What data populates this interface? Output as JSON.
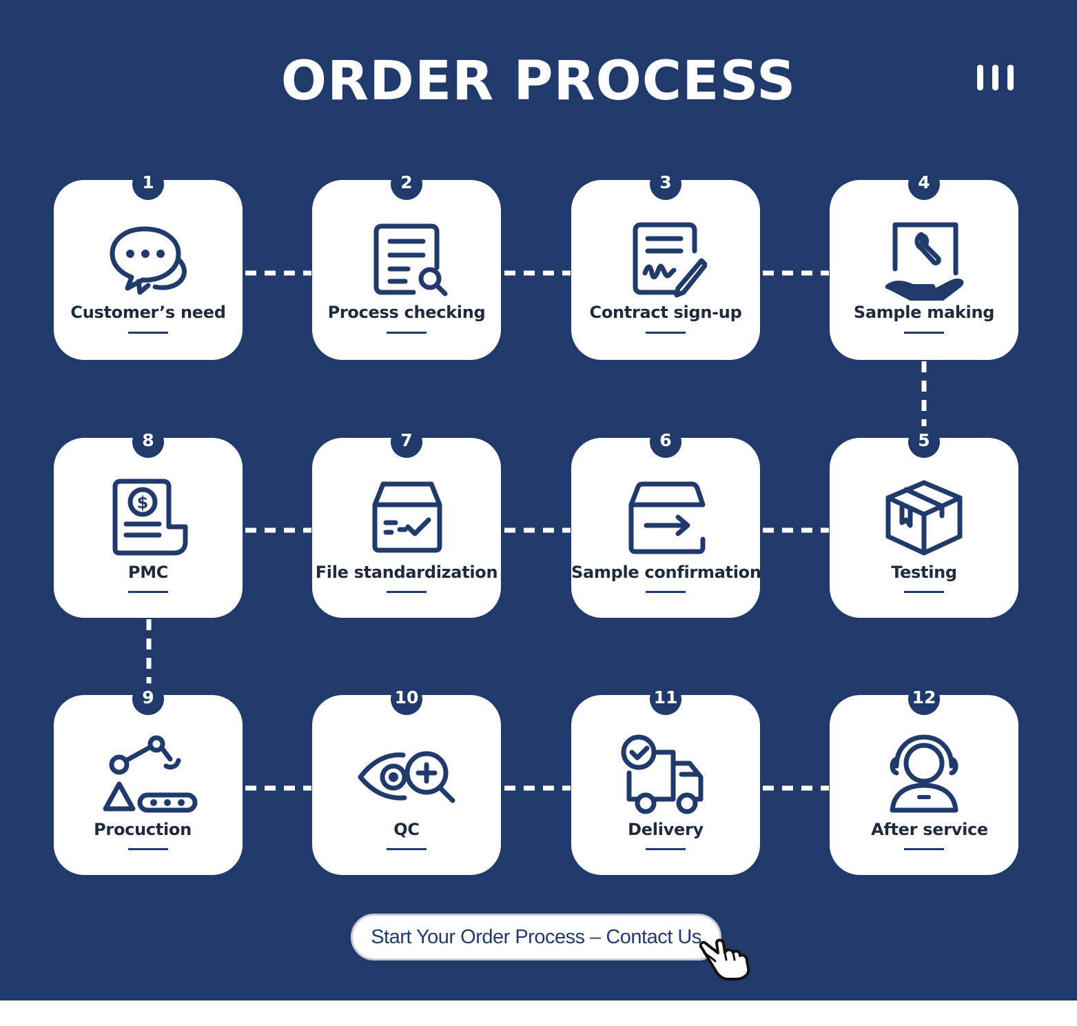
{
  "title": "ORDER PROCESS",
  "colors": {
    "background": "#203b6b",
    "card": "#ffffff",
    "text": "#1f2a3d"
  },
  "steps": [
    {
      "number": "1",
      "label": "Customer’s need",
      "icon": "chat-bubbles-icon"
    },
    {
      "number": "2",
      "label": "Process checking",
      "icon": "document-search-icon"
    },
    {
      "number": "3",
      "label": "Contract sign-up",
      "icon": "contract-pen-icon"
    },
    {
      "number": "4",
      "label": "Sample making",
      "icon": "hand-wrench-icon"
    },
    {
      "number": "5",
      "label": "Testing",
      "icon": "package-box-icon"
    },
    {
      "number": "6",
      "label": "Sample confirmation",
      "icon": "box-arrow-icon"
    },
    {
      "number": "7",
      "label": "File standardization",
      "icon": "box-check-icon"
    },
    {
      "number": "8",
      "label": "PMC",
      "icon": "invoice-dollar-icon"
    },
    {
      "number": "9",
      "label": "Procuction",
      "icon": "robot-arm-conveyor-icon"
    },
    {
      "number": "10",
      "label": "QC",
      "icon": "eye-magnifier-icon"
    },
    {
      "number": "11",
      "label": "Delivery",
      "icon": "delivery-truck-icon"
    },
    {
      "number": "12",
      "label": "After service",
      "icon": "headset-agent-icon"
    }
  ],
  "cta": {
    "label": "Start Your Order Process – Contact Us",
    "icon": "pointing-hand-icon"
  },
  "menu_icon": "vertical-bars-icon"
}
